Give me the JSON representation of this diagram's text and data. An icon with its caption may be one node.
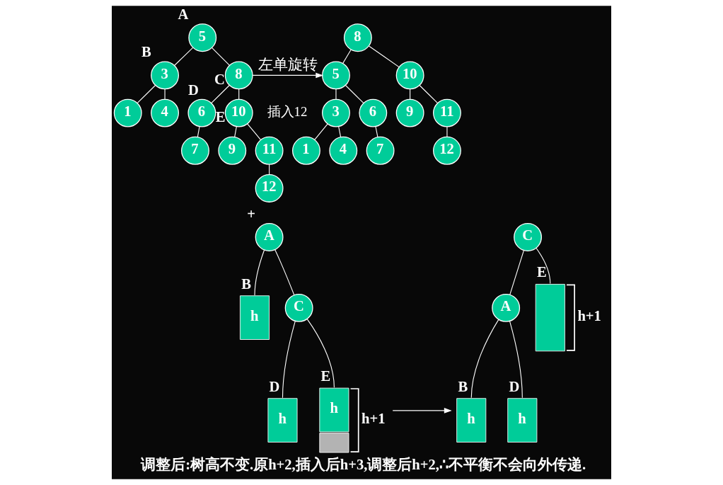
{
  "diagram": {
    "caption": "调整后:树高不变.原h+2,插入后h+3,调整后h+2,∴不平衡不会向外传递.",
    "nodes": [
      {
        "text": [
          "5"
        ],
        "beside": [
          "A"
        ]
      },
      {
        "text": [
          "3"
        ],
        "beside": [
          "B"
        ]
      },
      {
        "text": [
          "8"
        ],
        "beside": [
          "C"
        ]
      },
      {
        "text": [
          "1"
        ]
      },
      {
        "text": [
          "4"
        ]
      },
      {
        "text": [
          "6"
        ],
        "beside": [
          "D"
        ]
      },
      {
        "text": [
          "10"
        ],
        "beside": [
          "E"
        ]
      },
      {
        "text": [
          "7"
        ]
      },
      {
        "text": [
          "9"
        ]
      },
      {
        "text": [
          "11"
        ]
      },
      {
        "text": [
          "12"
        ]
      },
      {
        "text": [
          "8"
        ]
      },
      {
        "text": [
          "5"
        ]
      },
      {
        "text": [
          "10"
        ]
      },
      {
        "text": [
          "3"
        ]
      },
      {
        "text": [
          "6"
        ]
      },
      {
        "text": [
          "9"
        ]
      },
      {
        "text": [
          "11"
        ]
      },
      {
        "text": [
          "1"
        ]
      },
      {
        "text": [
          "4"
        ]
      },
      {
        "text": [
          "7"
        ]
      },
      {
        "text": [
          "12"
        ]
      },
      {
        "text": [
          "A"
        ],
        "beside": [
          "+"
        ]
      },
      {
        "text": [
          "h"
        ],
        "beside": [
          "B"
        ]
      },
      {
        "text": [
          "C"
        ]
      },
      {
        "text": [
          "h"
        ],
        "beside": [
          "D"
        ]
      },
      {
        "text": [
          "h"
        ],
        "beside": [
          "E",
          "h+1"
        ]
      },
      {
        "text": [
          "C"
        ]
      },
      {
        "text": [
          "A"
        ]
      },
      {
        "text": [
          "h"
        ],
        "beside": [
          "B"
        ]
      },
      {
        "text": [
          "h"
        ],
        "beside": [
          "D"
        ]
      },
      {
        "text": [],
        "shape": "box",
        "beside": [
          "E",
          "h+1"
        ]
      }
    ],
    "edges": [
      {
        "from": 0,
        "to": 1,
        "arrow": "none"
      },
      {
        "from": 0,
        "to": 2,
        "arrow": "none"
      },
      {
        "from": 1,
        "to": 3,
        "arrow": "none"
      },
      {
        "from": 1,
        "to": 4,
        "arrow": "none"
      },
      {
        "from": 2,
        "to": 5,
        "arrow": "none"
      },
      {
        "from": 2,
        "to": 6,
        "arrow": "none"
      },
      {
        "from": 5,
        "to": 7,
        "arrow": "none"
      },
      {
        "from": 6,
        "to": 8,
        "arrow": "none"
      },
      {
        "from": 6,
        "to": 9,
        "arrow": "none"
      },
      {
        "from": 9,
        "to": 10,
        "arrow": "none"
      },
      {
        "from": 2,
        "to": 12,
        "arrow": "to",
        "label": "左单旋转"
      },
      {
        "from": 11,
        "to": 12,
        "arrow": "none"
      },
      {
        "from": 11,
        "to": 13,
        "arrow": "none"
      },
      {
        "from": 12,
        "to": 14,
        "arrow": "none"
      },
      {
        "from": 12,
        "to": 15,
        "arrow": "none"
      },
      {
        "from": 13,
        "to": 16,
        "arrow": "none"
      },
      {
        "from": 13,
        "to": 17,
        "arrow": "none"
      },
      {
        "from": 14,
        "to": 18,
        "arrow": "none"
      },
      {
        "from": 14,
        "to": 19,
        "arrow": "none"
      },
      {
        "from": 15,
        "to": 20,
        "arrow": "none"
      },
      {
        "from": 17,
        "to": 21,
        "arrow": "none"
      },
      {
        "from": 22,
        "to": 23,
        "arrow": "none"
      },
      {
        "from": 22,
        "to": 24,
        "arrow": "none"
      },
      {
        "from": 24,
        "to": 25,
        "arrow": "none"
      },
      {
        "from": 24,
        "to": 26,
        "arrow": "none"
      },
      {
        "from": 26,
        "to": 29,
        "arrow": "to"
      },
      {
        "from": 27,
        "to": 28,
        "arrow": "none"
      },
      {
        "from": 27,
        "to": 31,
        "arrow": "none"
      },
      {
        "from": 28,
        "to": 29,
        "arrow": "none"
      },
      {
        "from": 28,
        "to": 30,
        "arrow": "none"
      }
    ],
    "labels": [
      "插入12"
    ]
  }
}
